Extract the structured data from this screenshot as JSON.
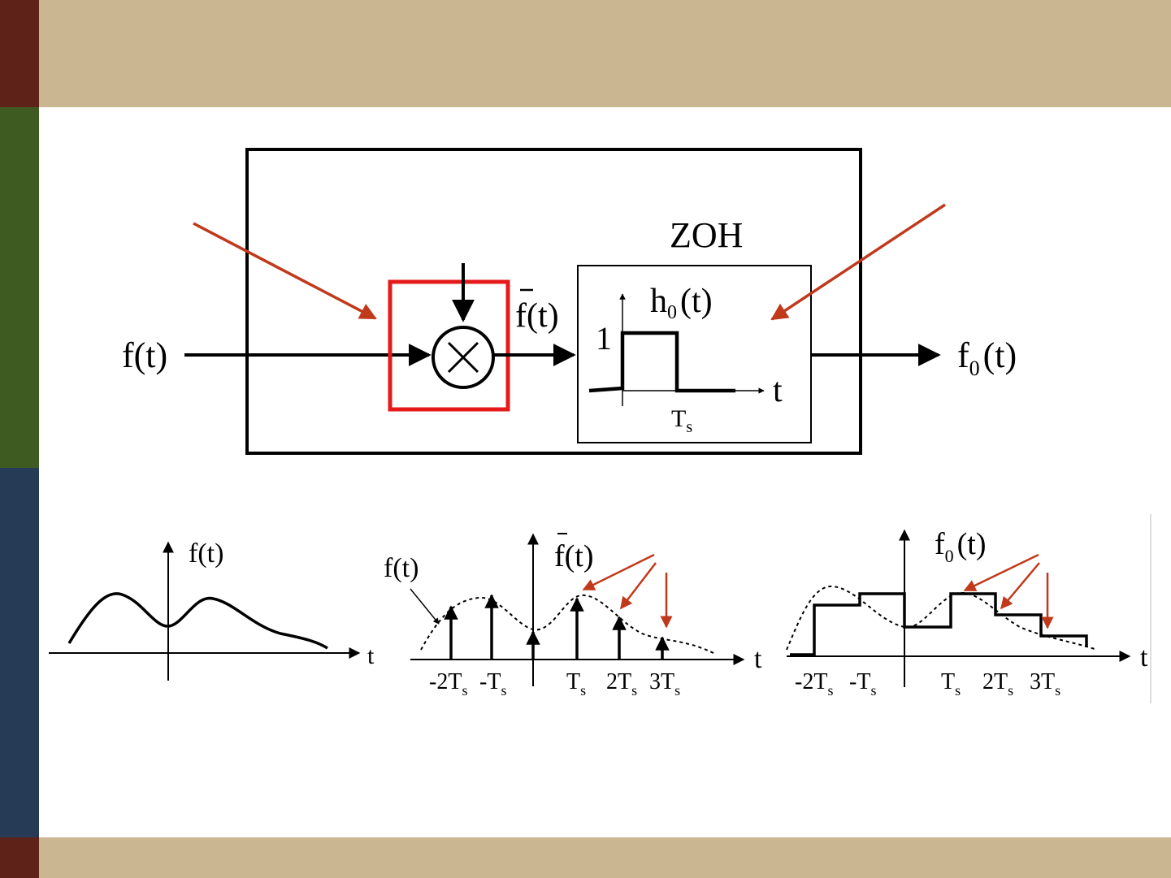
{
  "colors": {
    "sidebar_top": "#5e2219",
    "sidebar_green": "#3e5c22",
    "sidebar_navy": "#263c56",
    "band": "#cbb692",
    "annotation_arrow": "#c0391b",
    "highlight_box": "#e51b1b",
    "ink": "#000000"
  },
  "diagram": {
    "input_label": "f(t)",
    "sampled_label": "f(t)",
    "zoh_title": "ZOH",
    "impulse_response_label": "h",
    "impulse_response_sub": "0",
    "impulse_response_arg": "(t)",
    "height_label": "1",
    "time_axis_label": "t",
    "period_label": "T",
    "period_sub": "s",
    "output_label": "f",
    "output_sub": "0",
    "output_arg": "(t)"
  },
  "plots": {
    "left": {
      "y_label": "f(t)",
      "x_label": "t"
    },
    "middle": {
      "y_label": "f(t)",
      "curve_label": "f(t)",
      "x_label": "t",
      "ticks": [
        "-2T",
        "-T",
        "T",
        "2T",
        "3T"
      ],
      "tick_sub": "s"
    },
    "right": {
      "y_label": "f",
      "y_sub": "0",
      "y_arg": "(t)",
      "x_label": "t",
      "ticks": [
        "-2T",
        "-T",
        "T",
        "2T",
        "3T"
      ],
      "tick_sub": "s"
    }
  }
}
